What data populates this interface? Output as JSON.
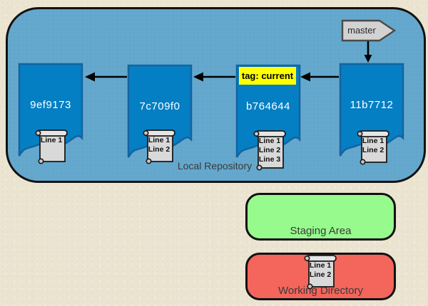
{
  "colors": {
    "page_background": "#ebe4d0",
    "repository_fill": "#65a8cd",
    "repository_border": "#111111",
    "commit_fill": "#047fc3",
    "commit_border": "#14639f",
    "commit_hash_text": "#ffffff",
    "tag_fill": "#ffff00",
    "tag_text": "#000000",
    "branch_fill": "#d2d2d2",
    "branch_border": "#4a4a4a",
    "scroll_fill": "#d9d9d9",
    "staging_fill": "#97fa8d",
    "working_fill": "#f4655c",
    "label_text": "#3a3a3a",
    "arrow_color": "#000000"
  },
  "local_repository": {
    "label": "Local Repository",
    "branch": {
      "label": "master"
    },
    "tag": {
      "label": "tag: current"
    },
    "commits": [
      {
        "hash": "9ef9173",
        "file_lines": [
          "Line 1"
        ]
      },
      {
        "hash": "7c709f0",
        "file_lines": [
          "Line 1",
          "Line 2"
        ]
      },
      {
        "hash": "b764644",
        "file_lines": [
          "Line 1",
          "Line 2",
          "Line 3"
        ]
      },
      {
        "hash": "11b7712",
        "file_lines": [
          "Line 1",
          "Line 2"
        ]
      }
    ]
  },
  "staging_area": {
    "label": "Staging Area"
  },
  "working_directory": {
    "label": "Working Directory",
    "file_lines": [
      "Line 1",
      "Line 2"
    ]
  }
}
